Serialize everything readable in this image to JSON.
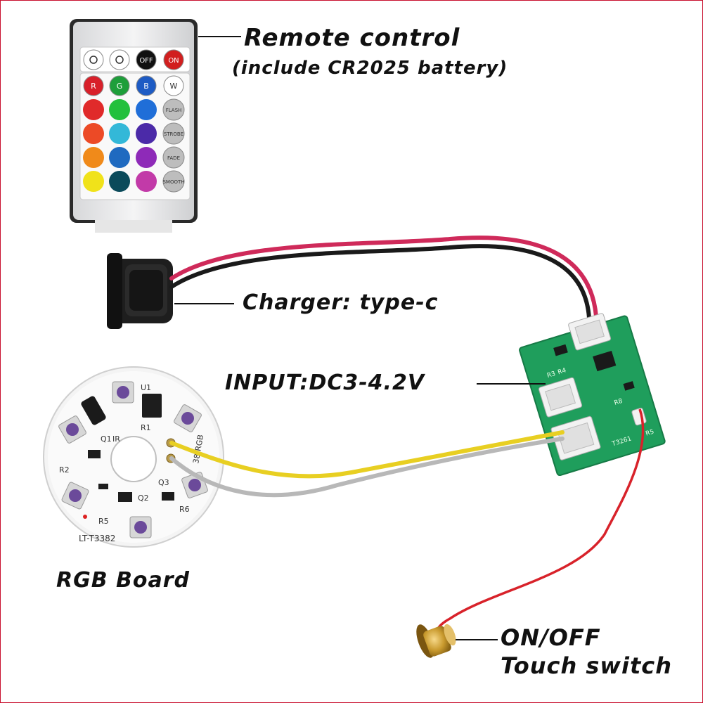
{
  "labels": {
    "remote_title": "Remote control",
    "remote_battery": "(include CR2025 battery)",
    "charger": "Charger: type-c",
    "input": "INPUT:DC3-4.2V",
    "rgb_board": "RGB Board",
    "onoff": "ON/OFF",
    "touch_switch": "Touch switch"
  },
  "remote": {
    "top_row": [
      "",
      "",
      "OFF",
      "ON"
    ],
    "color_row": [
      "R",
      "G",
      "B",
      "W"
    ],
    "mode_buttons": [
      "FLASH",
      "STROBE",
      "FADE",
      "SMOOTH"
    ],
    "colors": [
      "#d8202a",
      "#1e9e3a",
      "#1d5bc4",
      "#ffffff"
    ],
    "grid_colors": [
      [
        "#e02a2a",
        "#22c03c",
        "#1f6ed8"
      ],
      [
        "#ec4a26",
        "#33b8d8",
        "#4b2aa8"
      ],
      [
        "#f08a1a",
        "#1f6ac0",
        "#8e2ab8"
      ],
      [
        "#f0e21a",
        "#0b4a5a",
        "#c23aa8"
      ]
    ]
  },
  "rgb_board": {
    "silkscreen": [
      "LT-T3382",
      "38-RGB",
      "IR",
      "U1",
      "Q1",
      "Q2",
      "Q3",
      "R1",
      "R2",
      "R5",
      "R6"
    ]
  },
  "driver_board": {
    "silkscreen": [
      "R3",
      "R4",
      "R8",
      "R5",
      "T3261"
    ]
  }
}
